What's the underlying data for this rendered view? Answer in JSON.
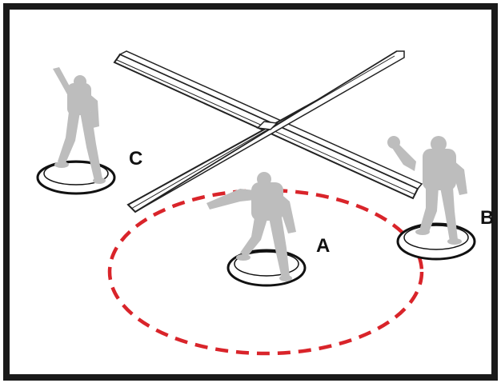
{
  "labels": {
    "a": "A",
    "b": "B",
    "c": "C"
  },
  "colors": {
    "frame": "#1a1a1a",
    "figure": "#bdbdbd",
    "range_ring": "#d9242a",
    "base_fill": "#ffffff",
    "bar_stroke": "#222222"
  },
  "elements": {
    "models": [
      "model-a",
      "model-b",
      "model-c"
    ],
    "template": "crossed-straight-template",
    "range_indicator": "dashed-range-ring"
  }
}
